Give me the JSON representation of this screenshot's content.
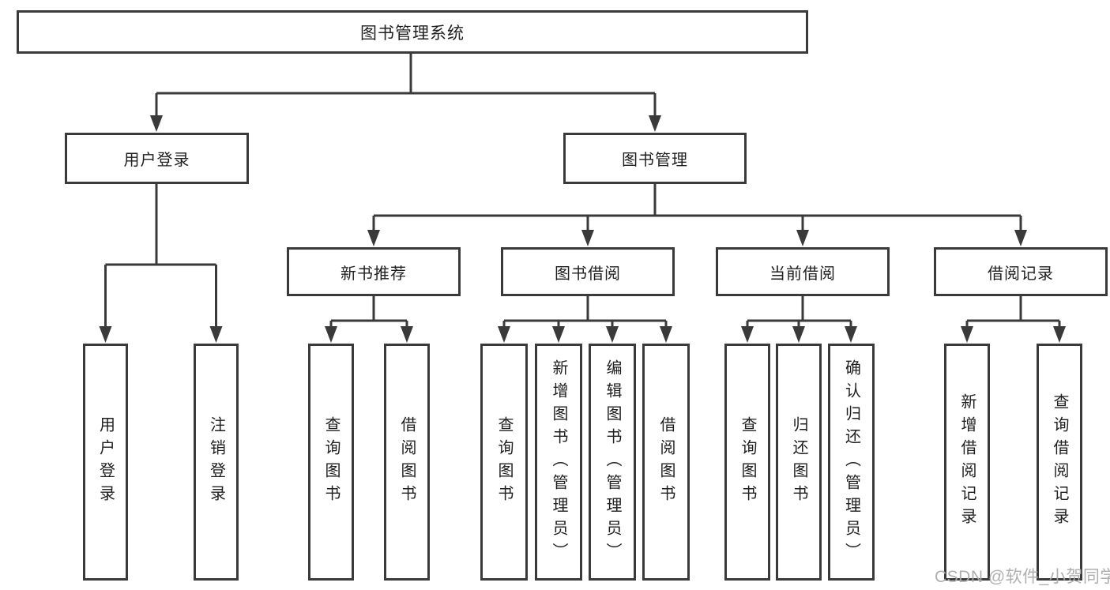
{
  "root": {
    "label": "图书管理系统"
  },
  "branches": {
    "user_login": {
      "label": "用户登录",
      "leaves": [
        "用户登录",
        "注销登录"
      ]
    },
    "book_mgmt": {
      "label": "图书管理",
      "groups": [
        {
          "label": "新书推荐",
          "leaves": [
            "查询图书",
            "借阅图书"
          ]
        },
        {
          "label": "图书借阅",
          "leaves": [
            "查询图书",
            "新增图书（管理员）",
            "编辑图书（管理员）",
            "借阅图书"
          ]
        },
        {
          "label": "当前借阅",
          "leaves": [
            "查询图书",
            "归还图书",
            "确认归还（管理员）"
          ]
        },
        {
          "label": "借阅记录",
          "leaves": [
            "新增借阅记录",
            "查询借阅记录"
          ]
        }
      ]
    }
  },
  "watermark": "CSDN @软件_小贺同学",
  "colors": {
    "line": "#3a3a3a",
    "text": "#1f1f1f",
    "watermark": "#ababab",
    "background": "#ffffff"
  }
}
